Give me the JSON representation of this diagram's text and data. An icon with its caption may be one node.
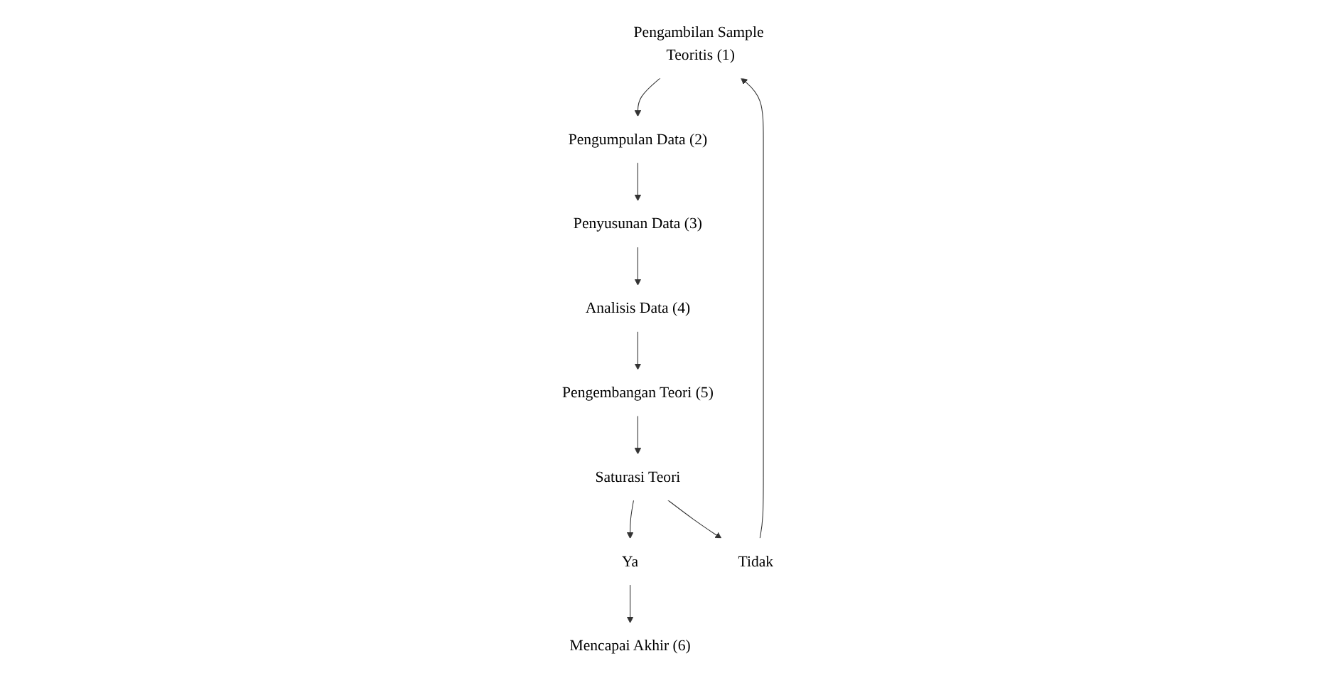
{
  "diagram": {
    "nodes": [
      {
        "text": [
          "Pengambilan Sample Teoritis (1)"
        ]
      },
      {
        "text": [
          "Pengumpulan Data (2)"
        ]
      },
      {
        "text": [
          "Penyusunan Data (3)"
        ]
      },
      {
        "text": [
          "Analisis Data (4)"
        ]
      },
      {
        "text": [
          "Pengembangan Teori (5)"
        ]
      },
      {
        "text": [
          "Saturasi Teori"
        ]
      },
      {
        "text": [
          "Ya"
        ]
      },
      {
        "text": [
          "Tidak"
        ]
      },
      {
        "text": [
          "Mencapai Akhir (6)"
        ]
      }
    ],
    "edges": [
      {
        "from": 0,
        "to": 1,
        "arrow": "to"
      },
      {
        "from": 1,
        "to": 2,
        "arrow": "to"
      },
      {
        "from": 2,
        "to": 3,
        "arrow": "to"
      },
      {
        "from": 3,
        "to": 4,
        "arrow": "to"
      },
      {
        "from": 4,
        "to": 5,
        "arrow": "to"
      },
      {
        "from": 5,
        "to": 6,
        "arrow": "to"
      },
      {
        "from": 5,
        "to": 7,
        "arrow": "to"
      },
      {
        "from": 6,
        "to": 8,
        "arrow": "to"
      },
      {
        "from": 7,
        "to": 0,
        "arrow": "to"
      }
    ]
  }
}
